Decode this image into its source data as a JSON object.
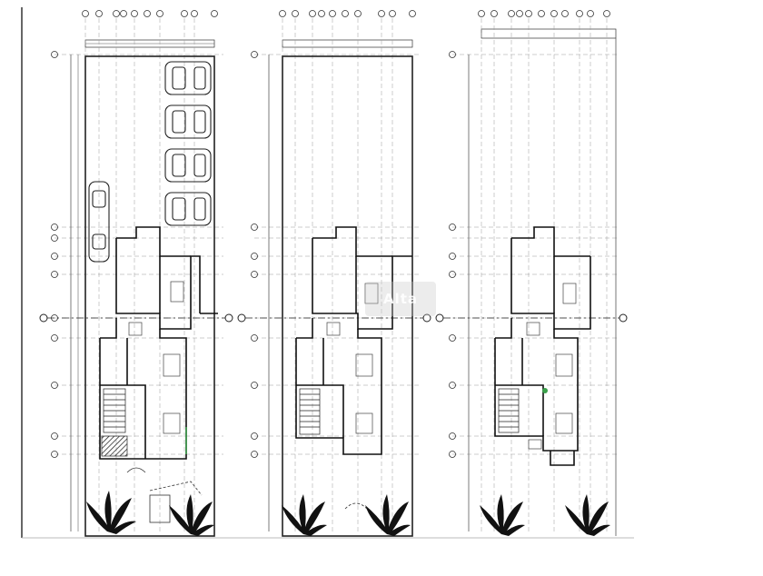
{
  "document": {
    "type": "architectural floor plans",
    "sheets": [
      {
        "id": "ground",
        "grid_labels_top": [
          "",
          "",
          "",
          "",
          "",
          "",
          "",
          "",
          ""
        ],
        "grid_labels_left": [
          "",
          "",
          "",
          "",
          "",
          "",
          "",
          "",
          "",
          ""
        ],
        "parking_spaces": 5
      },
      {
        "id": "upper",
        "grid_labels_top": [
          "",
          "",
          "",
          "",
          "",
          "",
          "",
          ""
        ],
        "grid_labels_left": [
          "",
          "",
          "",
          "",
          "",
          "",
          "",
          "",
          ""
        ]
      },
      {
        "id": "roof",
        "grid_labels_top": [
          "",
          "",
          "",
          "",
          "",
          "",
          "",
          "",
          "",
          "",
          "",
          ""
        ],
        "grid_labels_left": [
          "",
          "",
          "",
          "",
          "",
          "",
          "",
          "",
          ""
        ]
      }
    ]
  },
  "watermark": {
    "text": "Alta"
  },
  "colors": {
    "line": "#1a1a1a",
    "grid": "#888888",
    "accent_green": "#3aa04a",
    "background": "#ffffff"
  },
  "icons": [
    "car-icon",
    "palm-plant-icon",
    "stair-icon",
    "grid-bubble-icon"
  ]
}
